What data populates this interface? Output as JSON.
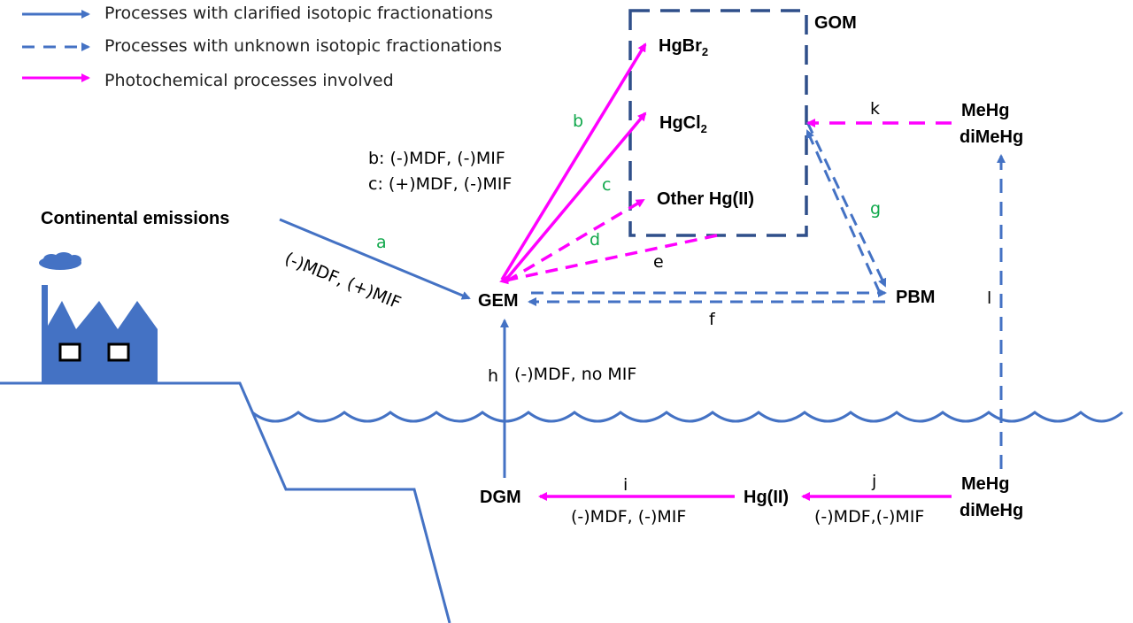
{
  "colors": {
    "clarified": "#4472c4",
    "unknown": "#4472c4",
    "photochemical": "#ff00ff",
    "gom_box": "#2f4f8a",
    "process_key": "#10a84b",
    "landscape": "#4472c4"
  },
  "legend": [
    {
      "style": "solid-blue",
      "label": "Processes with clarified isotopic fractionations"
    },
    {
      "style": "dashed-blue",
      "label": "Processes with unknown isotopic fractionations"
    },
    {
      "style": "solid-magenta",
      "label": "Photochemical processes involved"
    }
  ],
  "nodes": {
    "gom": "GOM",
    "hgbr2": {
      "base": "HgBr",
      "sub": "2"
    },
    "hgcl2": {
      "base": "HgCl",
      "sub": "2"
    },
    "other_hg": "Other Hg(II)",
    "meHg_air": {
      "line1": "MeHg",
      "line2": "diMeHg"
    },
    "continental": "Continental emissions",
    "gem": "GEM",
    "pbm": "PBM",
    "dgm": "DGM",
    "hg_ii": "Hg(II)",
    "meHg_water": {
      "line1": "MeHg",
      "line2": "diMeHg"
    }
  },
  "process_keys": {
    "a": "a",
    "b": "b",
    "c": "c",
    "d": "d",
    "e": "e",
    "f": "f",
    "g": "g",
    "h": "h",
    "i": "i",
    "j": "j",
    "k": "k",
    "l": "l"
  },
  "fractionation_notes": {
    "a": "(-)MDF, (+)MIF",
    "b": "b: (-)MDF, (-)MIF",
    "c": "c: (+)MDF, (-)MIF",
    "h": "(-)MDF, no MIF",
    "i": "(-)MDF, (-)MIF",
    "j": "(-)MDF,(-)MIF"
  }
}
